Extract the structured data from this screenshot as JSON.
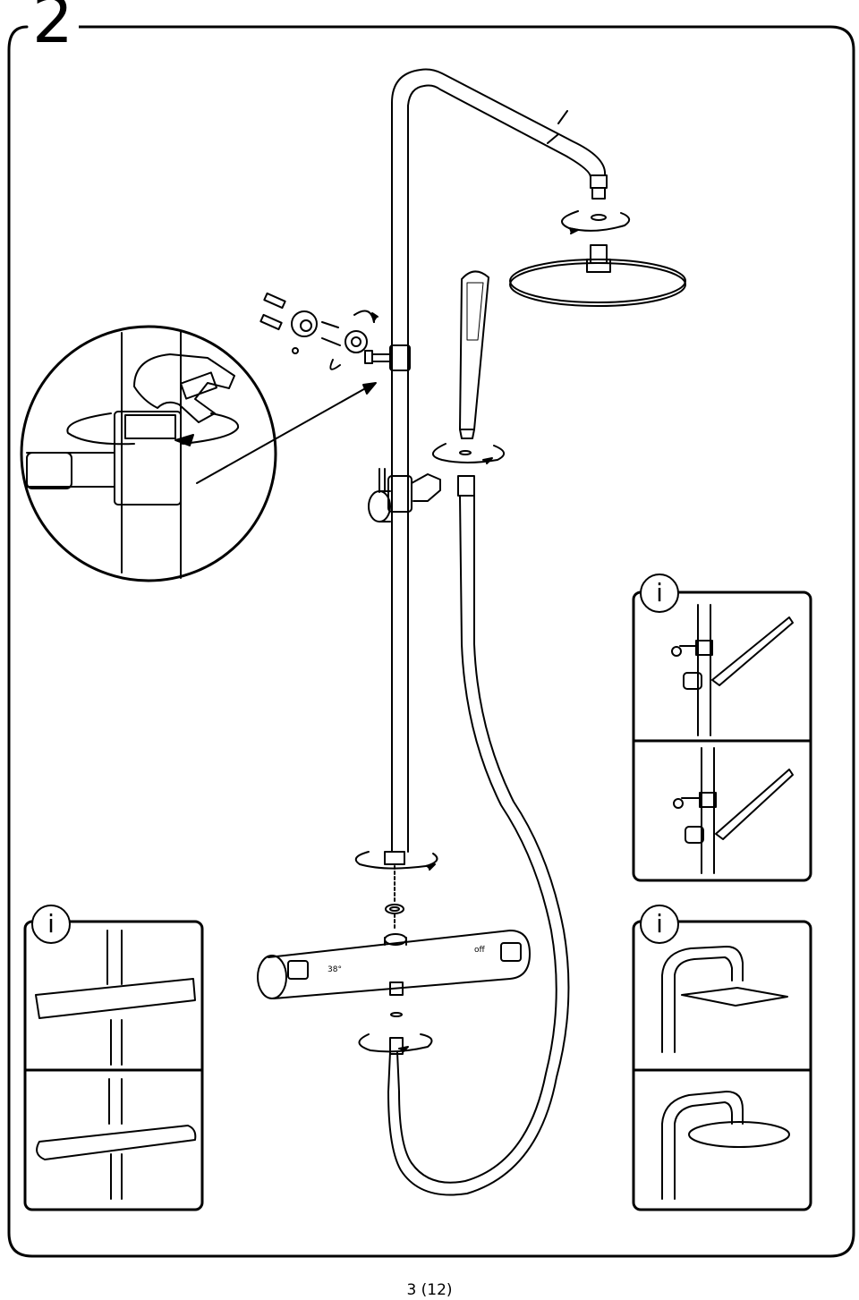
{
  "step": {
    "number": "2"
  },
  "info_marks": [
    {
      "label": "i"
    },
    {
      "label": "i"
    },
    {
      "label": "i"
    }
  ],
  "mixer": {
    "temp_label": "38°",
    "off_label": "off"
  },
  "footer": {
    "page_label": "3 (12)"
  }
}
